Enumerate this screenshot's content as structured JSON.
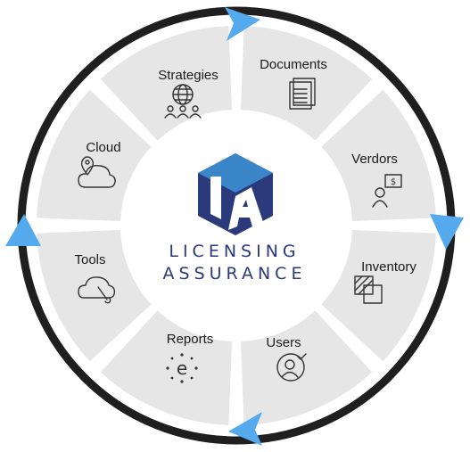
{
  "diagram": {
    "segments": [
      {
        "label": "Documents",
        "icon": "documents-icon"
      },
      {
        "label": "Verdors",
        "icon": "vendor-dollar-icon"
      },
      {
        "label": "Inventory",
        "icon": "inventory-squares-icon"
      },
      {
        "label": "Users",
        "icon": "user-check-icon"
      },
      {
        "label": "Reports",
        "icon": "report-e-icon"
      },
      {
        "label": "Tools",
        "icon": "cloud-wrench-icon"
      },
      {
        "label": "Cloud",
        "icon": "cloud-location-icon"
      },
      {
        "label": "Strategies",
        "icon": "globe-people-icon"
      }
    ],
    "center": {
      "logo": "la-cube-logo",
      "line1": "LICENSING",
      "line2": "ASSURANCE"
    },
    "colors": {
      "segment_fill": "#e6e6e6",
      "ring": "#1f1f1f",
      "arrow": "#55aaee",
      "brand_dark": "#2b3a7a",
      "brand_light": "#3a86c8"
    }
  }
}
